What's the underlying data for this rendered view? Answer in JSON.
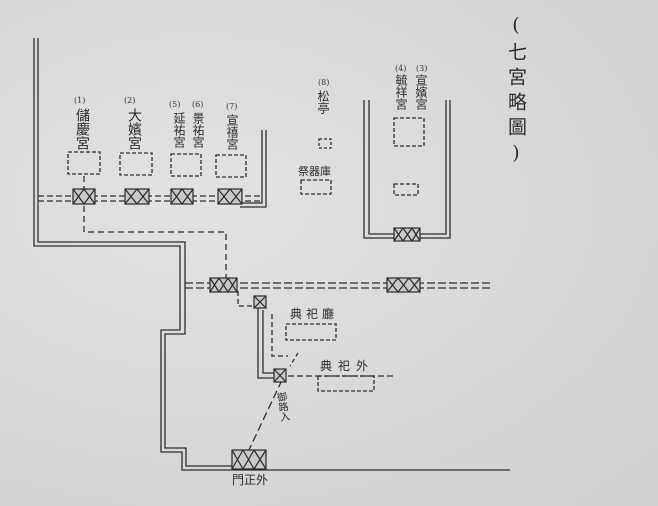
{
  "title": "(七宮略圖)",
  "colors": {
    "paper": "#d6d6d4",
    "ink": "#2a2a2a"
  },
  "shrines": [
    {
      "number": "(1)",
      "name": "儲慶宮"
    },
    {
      "number": "(2)",
      "name": "大嬪宮"
    },
    {
      "number": "(5)",
      "name": "延祐宮"
    },
    {
      "number": "(6)",
      "name": "景祐宮"
    },
    {
      "number": "(7)",
      "name": "宣禧宮"
    },
    {
      "number": "(4)",
      "name": "毓祥宮"
    },
    {
      "number": "(3)",
      "name": "宣嬪宮"
    }
  ],
  "pavilion": {
    "number": "(8)",
    "name": "松亭"
  },
  "labels": {
    "storage": "祭器庫",
    "office_inner": "典祀廳",
    "office_outer": "典祀外",
    "path": "御路入",
    "gate": "門正外"
  }
}
